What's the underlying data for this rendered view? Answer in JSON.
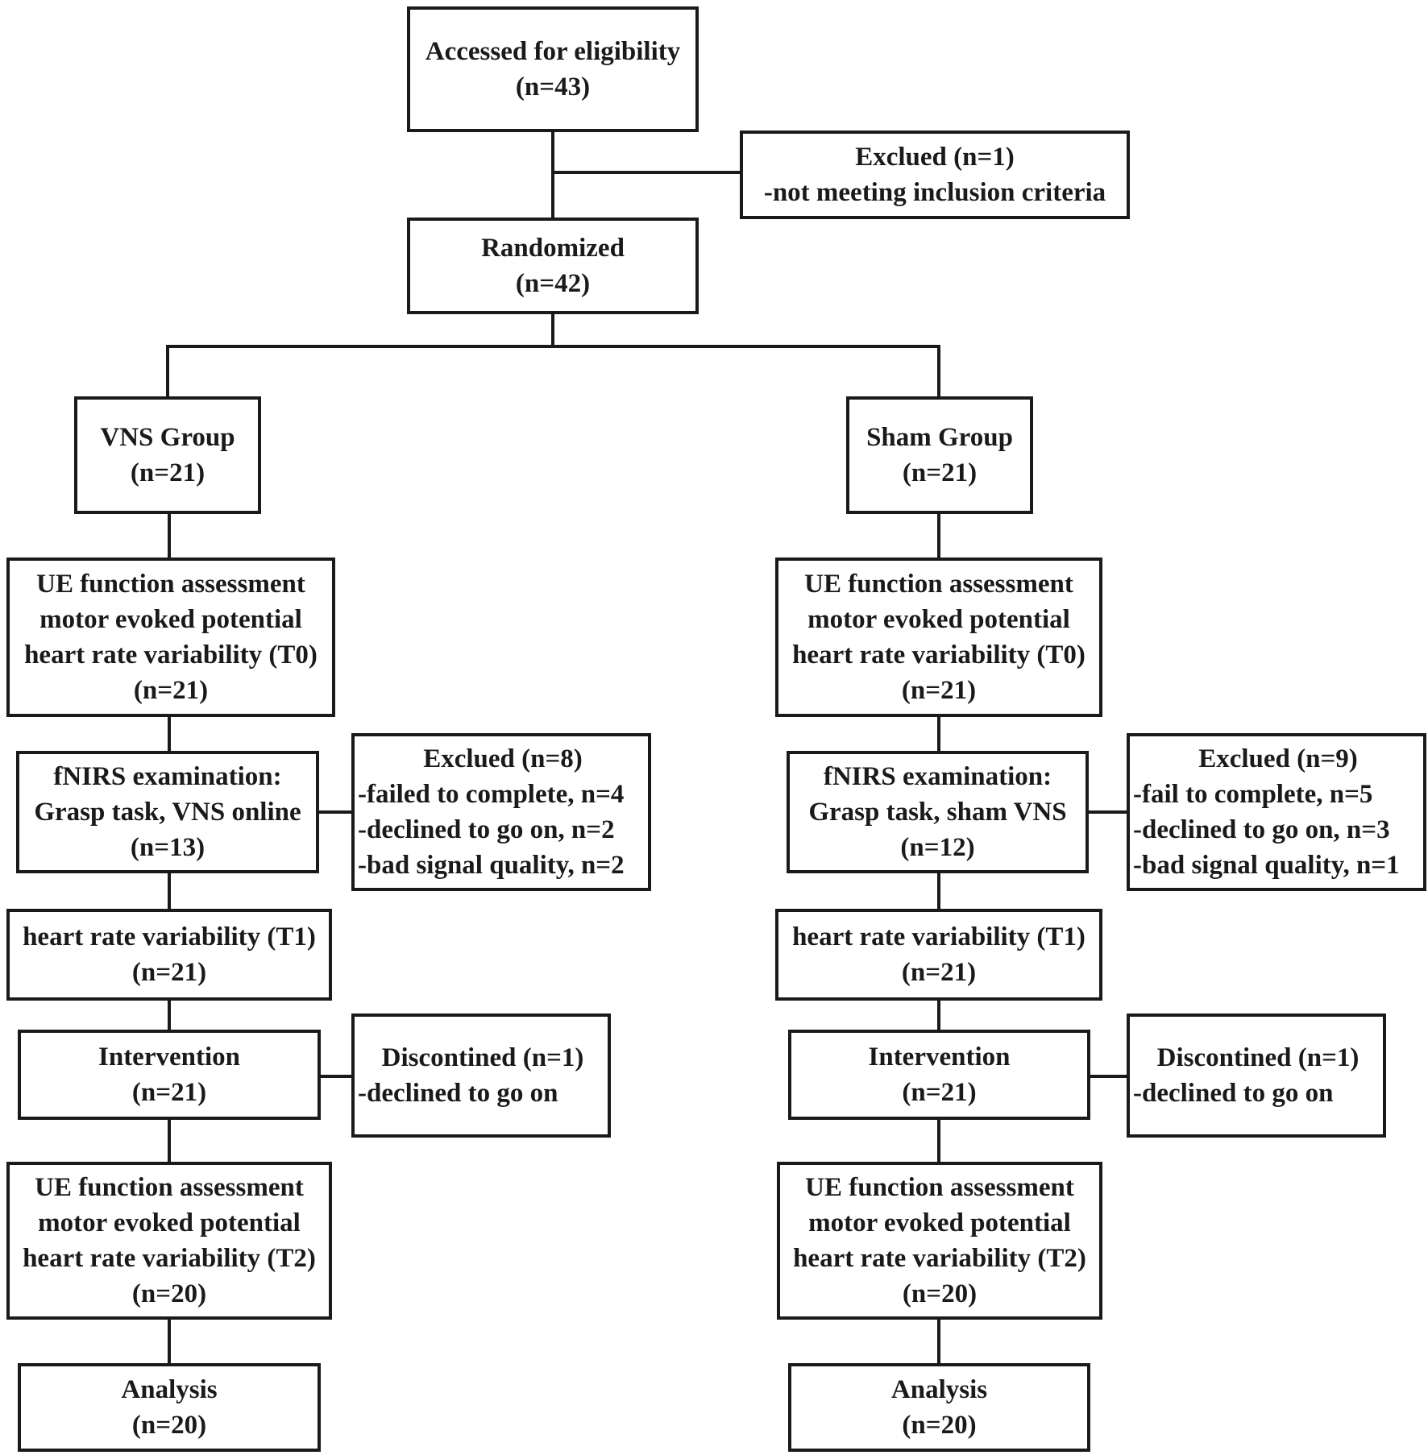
{
  "boxes": {
    "assessed": [
      "Accessed for eligibility",
      "(n=43)"
    ],
    "excluded_top": [
      "Exclued (n=1)",
      "-not meeting inclusion criteria"
    ],
    "randomized": [
      "Randomized",
      "(n=42)"
    ],
    "vns_group": [
      "VNS Group",
      "(n=21)"
    ],
    "sham_group": [
      "Sham Group",
      "(n=21)"
    ],
    "vns_t0": [
      "UE function assessment",
      "motor evoked potential",
      "heart rate variability (T0)",
      "(n=21)"
    ],
    "sham_t0": [
      "UE function assessment",
      "motor evoked potential",
      "heart rate variability (T0)",
      "(n=21)"
    ],
    "vns_fnirs": [
      "fNIRS examination:",
      "Grasp task, VNS online",
      "(n=13)"
    ],
    "sham_fnirs": [
      "fNIRS examination:",
      "Grasp task, sham VNS",
      "(n=12)"
    ],
    "vns_fnirs_excl": [
      "Exclued (n=8)",
      "-failed to complete, n=4",
      "-declined to go on, n=2",
      "-bad signal quality, n=2"
    ],
    "sham_fnirs_excl": [
      "Exclued (n=9)",
      "-fail to complete, n=5",
      "-declined to go on, n=3",
      "-bad signal quality, n=1"
    ],
    "vns_t1": [
      "heart rate variability (T1)",
      "(n=21)"
    ],
    "sham_t1": [
      "heart rate variability (T1)",
      "(n=21)"
    ],
    "vns_intervention": [
      "Intervention",
      "(n=21)"
    ],
    "sham_intervention": [
      "Intervention",
      "(n=21)"
    ],
    "vns_discont": [
      "Discontined (n=1)",
      "-declined to go on"
    ],
    "sham_discont": [
      "Discontined (n=1)",
      "-declined to go on"
    ],
    "vns_t2": [
      "UE function assessment",
      "motor evoked potential",
      "heart rate variability (T2)",
      "(n=20)"
    ],
    "sham_t2": [
      "UE function assessment",
      "motor evoked potential",
      "heart rate variability (T2)",
      "(n=20)"
    ],
    "vns_analysis": [
      "Analysis",
      "(n=20)"
    ],
    "sham_analysis": [
      "Analysis",
      "(n=20)"
    ]
  },
  "colors": {
    "stroke": "#1a1a1a",
    "background": "#ffffff"
  }
}
